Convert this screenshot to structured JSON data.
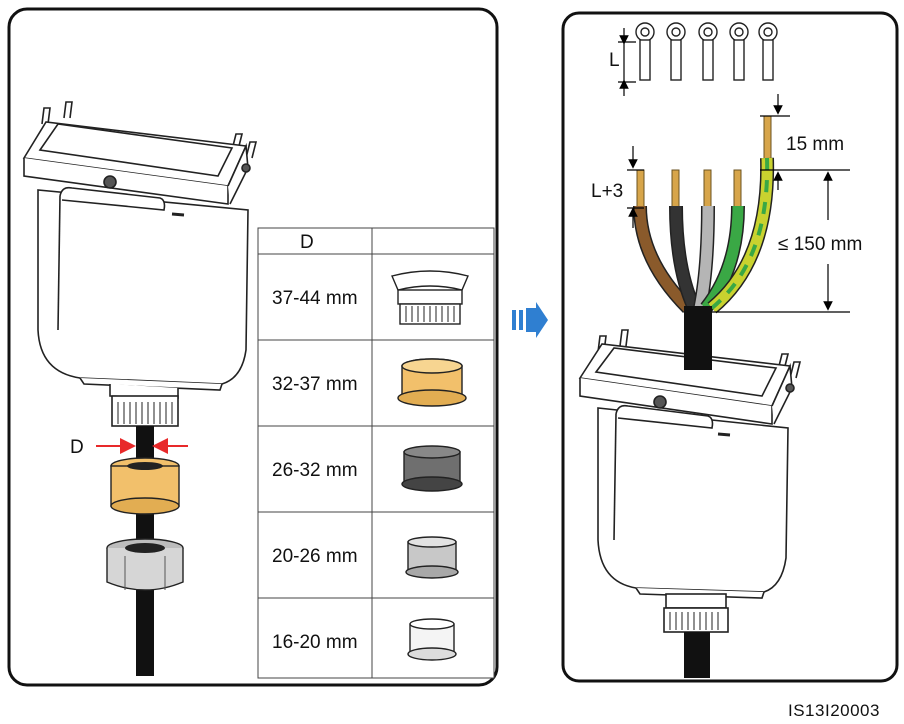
{
  "panel_left": {
    "dimension_label": "D",
    "table": {
      "header": "D",
      "rows": [
        {
          "range": "37-44 mm",
          "seal": "seal-with-adapter-icon",
          "color": "#ffffff"
        },
        {
          "range": "32-37 mm",
          "seal": "yellow-seal-ring-icon",
          "color": "#f2c06b"
        },
        {
          "range": "26-32 mm",
          "seal": "dark-gray-seal-ring-icon",
          "color": "#6f6f6f"
        },
        {
          "range": "20-26 mm",
          "seal": "light-gray-seal-ring-icon",
          "color": "#c8c8c8"
        },
        {
          "range": "16-20 mm",
          "seal": "white-seal-ring-icon",
          "color": "#f4f4f4"
        }
      ]
    }
  },
  "arrow": {
    "icon": "right-arrow-icon",
    "color": "#2f7fd1"
  },
  "panel_right": {
    "terminal_length_label": "L",
    "strip_length_label": "L+3",
    "pe_extra_label": "15 mm",
    "max_length_label": "≤ 150 mm",
    "wire_colors": [
      "#8a5a2b",
      "#333333",
      "#b5b5b5",
      "#3aa845",
      "#c9d22f"
    ],
    "copper_color": "#d7a54a"
  },
  "figure_code": "IS13I20003"
}
